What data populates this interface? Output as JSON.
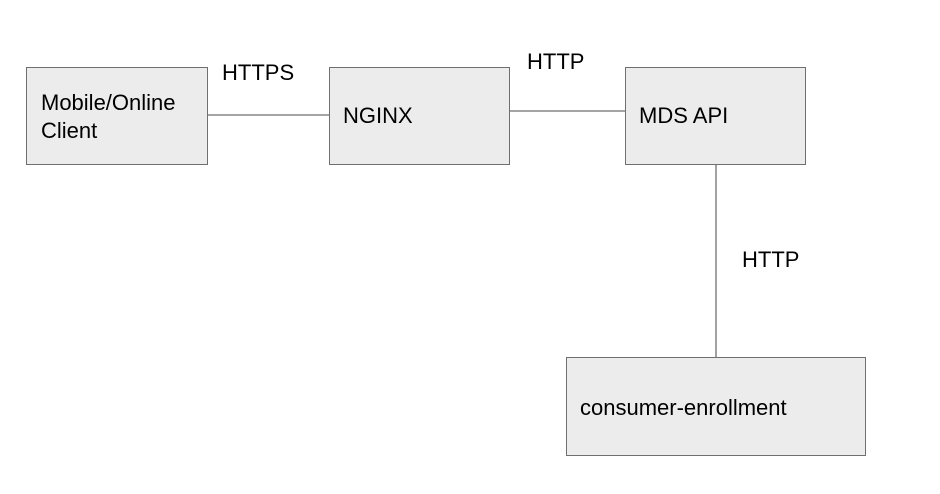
{
  "nodes": {
    "client": {
      "label": "Mobile/Online\nClient"
    },
    "nginx": {
      "label": "NGINX"
    },
    "mds_api": {
      "label": "MDS API"
    },
    "enrollment": {
      "label": "consumer-enrollment"
    }
  },
  "edges": {
    "client_to_nginx": {
      "label": "HTTPS"
    },
    "nginx_to_mds": {
      "label": "HTTP"
    },
    "mds_to_enrollment": {
      "label": "HTTP"
    }
  },
  "colors": {
    "node_fill": "#ececec",
    "node_border": "#6f6f6f",
    "connector": "#6f6f6f",
    "text": "#000000"
  }
}
